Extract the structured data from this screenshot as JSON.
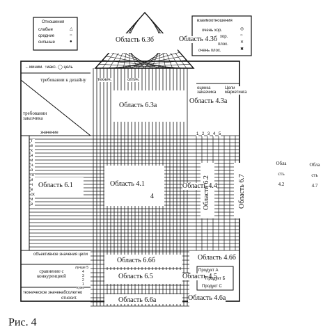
{
  "figure_caption": "Рис. 4",
  "roof": {
    "label": "Область 6.3б"
  },
  "legend_left": {
    "title": "Отношения",
    "items": [
      "слабые",
      "средние",
      "сильные"
    ],
    "symbols": [
      "△",
      "○",
      "●"
    ]
  },
  "legend_right": {
    "title": "взаимоотношения",
    "items": [
      "очень хор.",
      "хор.",
      "плох.",
      "очень плох."
    ],
    "symbols": [
      "◎",
      "○",
      "✕",
      "✖"
    ],
    "region_label": "Область 4.3б"
  },
  "direction_row": {
    "text": "←миним. ↑макс. ◯ цель"
  },
  "header": {
    "design_requirements": "требовании к дизайну",
    "customer_requirements": "требовании заказчика",
    "value_label": "значение",
    "col_technical": "технич.",
    "col_second": "оптич.",
    "customer_assessment": "оценка заказчика",
    "marketing_goals": "Цели маркетинга",
    "scale": [
      "1",
      "2",
      "3",
      "4",
      "5"
    ]
  },
  "regions": {
    "r63a": "Область 6.3а",
    "r43a": "Область 4.3а",
    "r61": "Область 6.1",
    "r41": "Область 4.1",
    "r41_suffix": "4",
    "r44": "Область 4.4",
    "r62": "Область 6.2",
    "r67": "Область 6.7",
    "r66b": "Область 6.6б",
    "r46b": "Область 4.6б",
    "r65": "Область 6.5",
    "r45": "Область 4.5",
    "r66a": "Область 6.6а",
    "r46a": "Область 4.6а"
  },
  "left_side": {
    "vertical_label": "технич. оптические",
    "objective_values": "объективное значения цели",
    "comparison": "сравнение с конкуренцией",
    "technical_value": "техническое значение",
    "absolute": "абсолютно",
    "relative": "относит.",
    "scale_small": [
      "лучше 5",
      "4",
      "3",
      "2",
      "1",
      "хуже"
    ]
  },
  "product_labels": {
    "a": "Продукт А",
    "b": "Продукт Б",
    "c": "Продукт С"
  },
  "outside": {
    "left_label_lines": [
      "Обла",
      "сть",
      "4.2"
    ],
    "right_label_lines": [
      "Обла",
      "сть",
      "4.7"
    ]
  },
  "colors": {
    "ink": "#111111",
    "paper": "#ffffff"
  }
}
